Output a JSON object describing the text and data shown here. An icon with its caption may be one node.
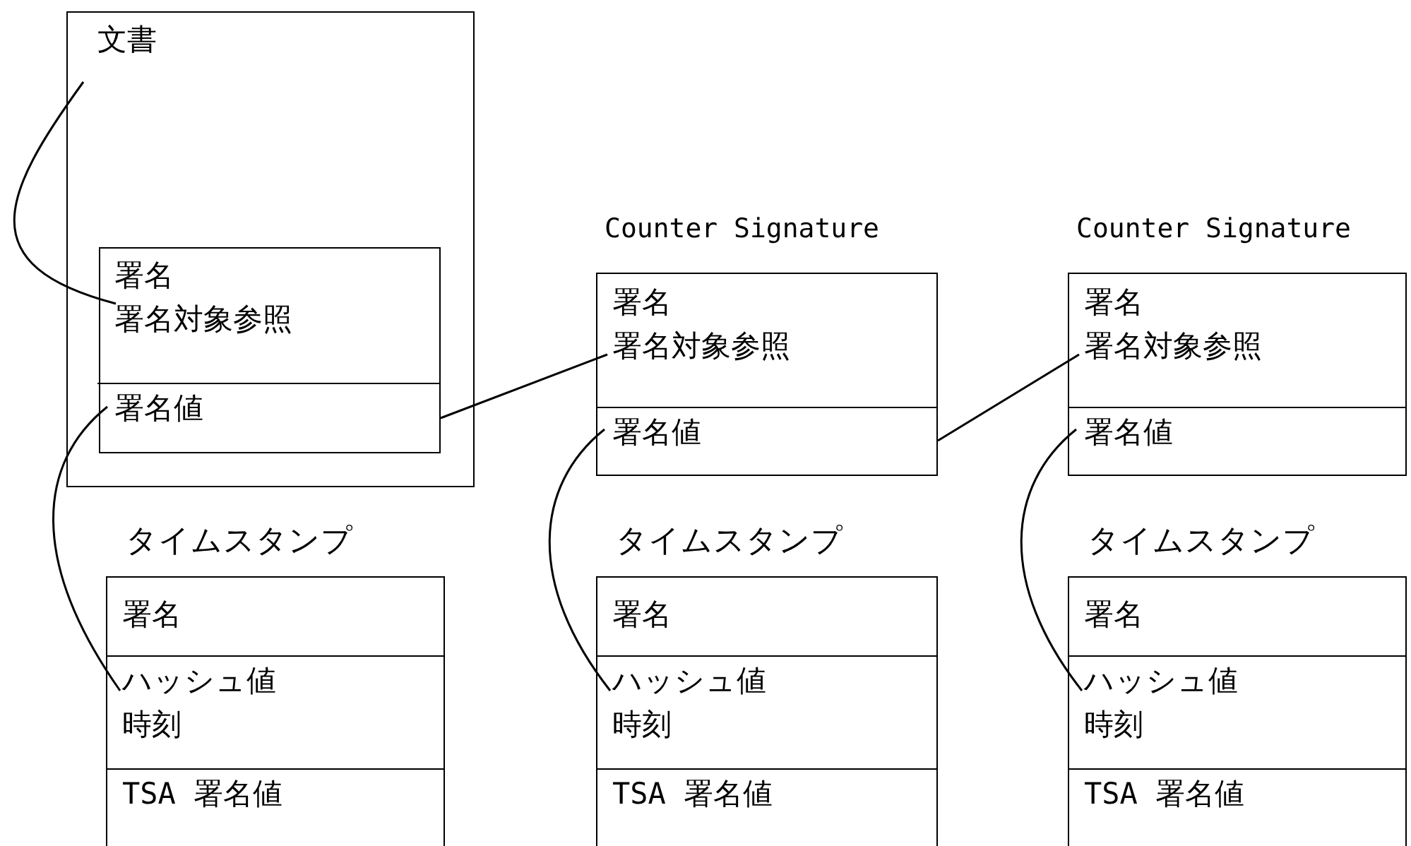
{
  "diagram": {
    "nodes": [
      {
        "text": [
          "文書"
        ]
      },
      {
        "text": [],
        "shape": "box",
        "in": 0
      },
      {
        "text": [
          "署名",
          "署名対象参照"
        ],
        "in": 1
      },
      {
        "text": [
          "署名値"
        ],
        "in": 1
      },
      {
        "text": [],
        "shape": "box",
        "beside": [
          "Counter Signature"
        ]
      },
      {
        "text": [
          "署名",
          "署名対象参照"
        ],
        "in": 4
      },
      {
        "text": [
          "署名値"
        ],
        "in": 4
      },
      {
        "text": [],
        "shape": "box",
        "beside": [
          "Counter Signature"
        ]
      },
      {
        "text": [
          "署名",
          "署名対象参照"
        ],
        "in": 7
      },
      {
        "text": [
          "署名値"
        ],
        "in": 7
      },
      {
        "text": [],
        "shape": "box",
        "beside": [
          "タイムスタンプ"
        ]
      },
      {
        "text": [
          "署名"
        ],
        "in": 10
      },
      {
        "text": [
          "ハッシュ値",
          "時刻"
        ],
        "in": 10
      },
      {
        "text": [
          "TSA 署名値"
        ],
        "in": 10
      },
      {
        "text": [],
        "shape": "box",
        "beside": [
          "タイムスタンプ"
        ]
      },
      {
        "text": [
          "署名"
        ],
        "in": 14
      },
      {
        "text": [
          "ハッシュ値",
          "時刻"
        ],
        "in": 14
      },
      {
        "text": [
          "TSA 署名値"
        ],
        "in": 14
      },
      {
        "text": [],
        "shape": "box",
        "beside": [
          "タイムスタンプ"
        ]
      },
      {
        "text": [
          "署名"
        ],
        "in": 18
      },
      {
        "text": [
          "ハッシュ値",
          "時刻"
        ],
        "in": 18
      },
      {
        "text": [
          "TSA 署名値"
        ],
        "in": 18
      }
    ],
    "edges": [
      {
        "from": 0,
        "to": 2,
        "arrow": "none"
      },
      {
        "from": 3,
        "to": 5,
        "arrow": "none"
      },
      {
        "from": 6,
        "to": 8,
        "arrow": "none"
      },
      {
        "from": 3,
        "to": 12,
        "arrow": "none"
      },
      {
        "from": 6,
        "to": 16,
        "arrow": "none"
      },
      {
        "from": 9,
        "to": 20,
        "arrow": "none"
      }
    ]
  }
}
